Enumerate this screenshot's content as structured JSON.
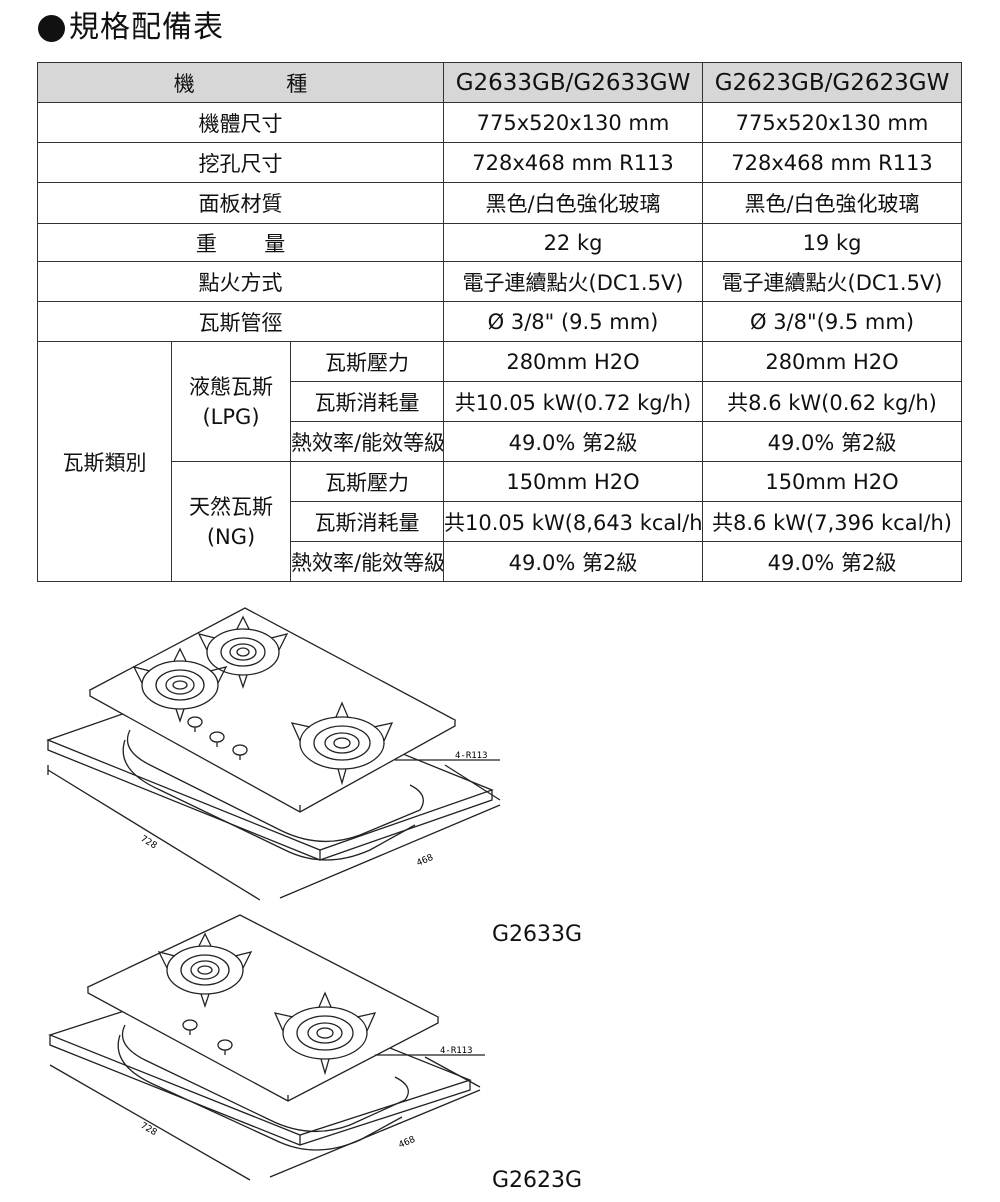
{
  "title": "規格配備表",
  "table": {
    "head": {
      "kind_a": "機",
      "kind_b": "種",
      "model_1": "G2633GB/G2633GW",
      "model_2": "G2623GB/G2623GW"
    },
    "rows": [
      {
        "label": "機體尺寸",
        "v1": "775x520x130 mm",
        "v2": "775x520x130 mm"
      },
      {
        "label": "挖孔尺寸",
        "v1": "728x468 mm R113",
        "v2": "728x468 mm R113"
      },
      {
        "label": "面板材質",
        "v1": "黑色/白色強化玻璃",
        "v2": "黑色/白色強化玻璃"
      },
      {
        "label_a": "重",
        "label_b": "量",
        "v1": "22 kg",
        "v2": "19 kg"
      },
      {
        "label": "點火方式",
        "v1": "電子連續點火(DC1.5V)",
        "v2": "電子連續點火(DC1.5V)"
      },
      {
        "label": "瓦斯管徑",
        "v1": "Ø 3/8\" (9.5 mm)",
        "v2": "Ø 3/8\"(9.5 mm)"
      }
    ],
    "gas": {
      "category": "瓦斯類別",
      "lpg": {
        "name": "液態瓦斯",
        "code": "(LPG)",
        "rows": [
          {
            "label": "瓦斯壓力",
            "v1": "280mm H2O",
            "v2": "280mm H2O"
          },
          {
            "label": "瓦斯消耗量",
            "v1": "共10.05 kW(0.72 kg/h)",
            "v2": "共8.6 kW(0.62 kg/h)"
          },
          {
            "label": "熱效率/能效等級",
            "v1": "49.0% 第2級",
            "v2": "49.0% 第2級"
          }
        ]
      },
      "ng": {
        "name": "天然瓦斯",
        "code": "(NG)",
        "rows": [
          {
            "label": "瓦斯壓力",
            "v1": "150mm H2O",
            "v2": "150mm H2O"
          },
          {
            "label": "瓦斯消耗量",
            "v1": "共10.05 kW(8,643 kcal/h)",
            "v2": "共8.6 kW(7,396 kcal/h)"
          },
          {
            "label": "熱效率/能效等級",
            "v1": "49.0% 第2級",
            "v2": "49.0% 第2級"
          }
        ]
      }
    }
  },
  "diagrams": [
    {
      "caption": "G2633G",
      "dim_width": "728",
      "dim_depth": "468",
      "corner": "4-R113"
    },
    {
      "caption": "G2623G",
      "dim_width": "728",
      "dim_depth": "468",
      "corner": "4-R113"
    }
  ]
}
